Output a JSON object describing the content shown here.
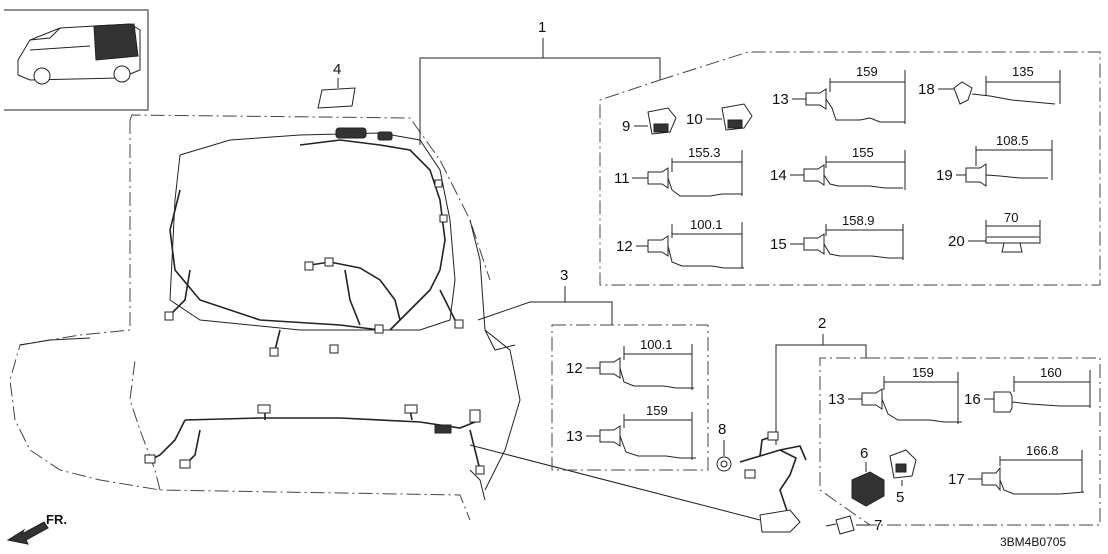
{
  "diagram": {
    "callouts": {
      "c1": "1",
      "c2": "2",
      "c3": "3",
      "c4": "4",
      "c5": "5",
      "c6": "6",
      "c7": "7",
      "c8": "8",
      "c9": "9",
      "c10": "10",
      "c11": "11",
      "c12": "12",
      "c13": "13",
      "c14": "14",
      "c15": "15",
      "c16": "16",
      "c17": "17",
      "c18": "18",
      "c19": "19",
      "c20": "20",
      "c12b": "12",
      "c13b": "13",
      "c13c": "13"
    },
    "dimensions": {
      "d13": "159",
      "d18": "135",
      "d11": "155.3",
      "d14": "155",
      "d19": "108.5",
      "d12": "100.1",
      "d15": "158.9",
      "d20": "70",
      "d12b": "100.1",
      "d13b": "159",
      "d13c": "159",
      "d16": "160",
      "d17": "166.8"
    },
    "fr_label": "FR.",
    "diagram_code": "3BM4B0705"
  }
}
